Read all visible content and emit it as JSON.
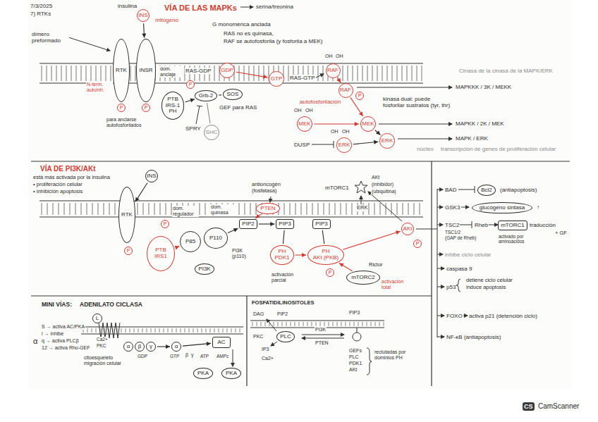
{
  "diagram": {
    "nodes": [
      {
        "text": [
          "INS"
        ]
      },
      {
        "text": [
          "RTK"
        ]
      },
      {
        "text": [
          "INSR"
        ]
      },
      {
        "text": [
          "PTB",
          "IRS-1",
          "PH"
        ]
      },
      {
        "text": [
          "Grb-2"
        ]
      },
      {
        "text": [
          "SOS"
        ]
      },
      {
        "text": [
          "SHC"
        ]
      },
      {
        "text": [
          "GDP"
        ]
      },
      {
        "text": [
          "GTP"
        ]
      },
      {
        "text": [
          "RAF"
        ]
      },
      {
        "text": [
          "RAF"
        ]
      },
      {
        "text": [
          "MEK"
        ]
      },
      {
        "text": [
          "MEK"
        ]
      },
      {
        "text": [
          "ERK"
        ]
      },
      {
        "text": [
          "ERK"
        ]
      },
      {
        "text": [
          "P"
        ]
      },
      {
        "text": [
          "P"
        ]
      },
      {
        "text": [
          "P"
        ]
      },
      {
        "text": [
          "P"
        ]
      },
      {
        "text": [
          "INS"
        ]
      },
      {
        "text": [
          "RTK"
        ]
      },
      {
        "text": [
          "PTB",
          "IRS1"
        ]
      },
      {
        "text": [
          "P85"
        ]
      },
      {
        "text": [
          "P110"
        ]
      },
      {
        "text": [
          "PI3K"
        ]
      },
      {
        "text": [
          "PIP2"
        ]
      },
      {
        "text": [
          "PTEN"
        ]
      },
      {
        "text": [
          "PIP3"
        ]
      },
      {
        "text": [
          "PIP3"
        ]
      },
      {
        "text": [
          "PH",
          "PDK1"
        ]
      },
      {
        "text": [
          "PH",
          "AKt (PKB)"
        ]
      },
      {
        "text": [
          "mTORC2"
        ]
      },
      {
        "text": [
          "AKt"
        ]
      },
      {
        "text": [
          "P"
        ]
      },
      {
        "text": [
          "P"
        ]
      },
      {
        "text": [
          "P"
        ]
      },
      {
        "text": [
          "P"
        ]
      },
      {
        "text": [
          "Bcl2"
        ]
      },
      {
        "text": [
          "glucógeno sintasa"
        ]
      },
      {
        "text": [
          "mTORC1"
        ]
      },
      {
        "text": [
          "L"
        ]
      },
      {
        "text": [
          "α"
        ]
      },
      {
        "text": [
          "β"
        ]
      },
      {
        "text": [
          "γ"
        ]
      },
      {
        "text": [
          "α"
        ]
      },
      {
        "text": [
          "AC"
        ]
      },
      {
        "text": [
          "PKA"
        ]
      },
      {
        "text": [
          "PKA"
        ]
      },
      {
        "text": [
          "PLC"
        ]
      }
    ],
    "edges": [
      {
        "from": 0,
        "to": 2,
        "arrow": "to"
      },
      {
        "from": 3,
        "to": 4,
        "arrow": "to"
      },
      {
        "from": 4,
        "to": 5,
        "arrow": "none"
      },
      {
        "from": 6,
        "to": 4,
        "arrow": "none"
      },
      {
        "from": 7,
        "to": 8,
        "arrow": "to"
      },
      {
        "from": 9,
        "to": 10,
        "arrow": "to"
      },
      {
        "from": 10,
        "to": 12,
        "arrow": "to"
      },
      {
        "from": 11,
        "to": 12,
        "arrow": "to"
      },
      {
        "from": 12,
        "to": 14,
        "arrow": "to"
      },
      {
        "from": 13,
        "to": 14,
        "arrow": "to"
      },
      {
        "from": 19,
        "to": 20,
        "arrow": "to"
      },
      {
        "from": 21,
        "to": 22,
        "arrow": "to"
      },
      {
        "from": 23,
        "to": 25,
        "arrow": "to"
      },
      {
        "from": 25,
        "to": 27,
        "arrow": "to"
      },
      {
        "from": 26,
        "to": 25,
        "arrow": "to"
      },
      {
        "from": 27,
        "to": 29,
        "arrow": "none"
      },
      {
        "from": 28,
        "to": 30,
        "arrow": "none"
      },
      {
        "from": 29,
        "to": 30,
        "arrow": "to"
      },
      {
        "from": 31,
        "to": 30,
        "arrow": "to"
      },
      {
        "from": 30,
        "to": 32,
        "arrow": "to"
      },
      {
        "from": 43,
        "to": 44,
        "arrow": "to"
      },
      {
        "from": 44,
        "to": 45,
        "arrow": "to"
      }
    ],
    "labels": [
      "7/3/2025",
      "7) RTKs",
      "insulina",
      "VÍA DE LAS MAPKs",
      "serina/treonina",
      "mitógeno",
      "dímero preformado",
      "N-term. autoinh.",
      "G monomérica anclada",
      "RAS no es quinasa,",
      "RAF se autofosforila (y fosforila a MEK)",
      "dom. anclaje",
      "RAS-GDP",
      "RAS-GTP",
      "OH",
      "OH",
      "para anclarse autofosforilados",
      "SPRY",
      "GEF para RAS",
      "autofosforilación",
      "OH",
      "OH",
      "kinasa dual: puede fosforilar sustratos (tyr, thr)",
      "Cinasa de la cinasa de la MAPK/ERK",
      "MAPKKK / 3K / MEKK",
      "MAPKK / 2K / MEK",
      "OH",
      "OH",
      "DUSP",
      "MAPK / ERK",
      "núcleo",
      "transcripción de genes de proliferación celular",
      "VÍA DE PI3K/AKt",
      "está más activada por la insulina",
      "• proliferación celular",
      "• inhibición apoptosis",
      "dom. regulador",
      "dom. quinasa",
      "antioncogén (fosfatasa)",
      "PI3K (p110)",
      "activación parcial",
      "Rictor",
      "activación total",
      "mTORC1",
      "AKt",
      "(inhibidor)",
      "(ubiquitina)",
      "ERK",
      "BAD",
      "(antiapoptosis)",
      "GSK3",
      "↑",
      "TSC2",
      "Rheb",
      "traducción",
      "TSC1/2",
      "(GAP de Rheb)",
      "activado por aminoácidos",
      "+ GF",
      "inhibe ciclo celular",
      "caspasa 9",
      "p53",
      "detiene ciclo celular",
      "induce apoptosis",
      "FOXO",
      "activa p21 (detención ciclo)",
      "NF-κB (antiapoptosis)",
      "MINI VÍAS:",
      "ADENILATO CICLASA",
      "α",
      "S → activa AC/PKA",
      "i → inhibe",
      "q → activa PLCβ",
      "12 → activa Rho-GEF",
      "Ca2+",
      "PKC",
      "citoesqueleto migración celular",
      "GDP",
      "GTP",
      "β",
      "γ",
      "ATP",
      "AMPc",
      "FOSFATIDILINOSITOLES",
      "DAG",
      "PIP2",
      "PKC",
      "IP3",
      "Ca2+",
      "PI3K",
      "PTEN",
      "PIP3",
      "GEFs",
      "PLC",
      "PDK1",
      "AKt",
      "reclutadas por dominios PH",
      "CS",
      "CamScanner"
    ]
  }
}
